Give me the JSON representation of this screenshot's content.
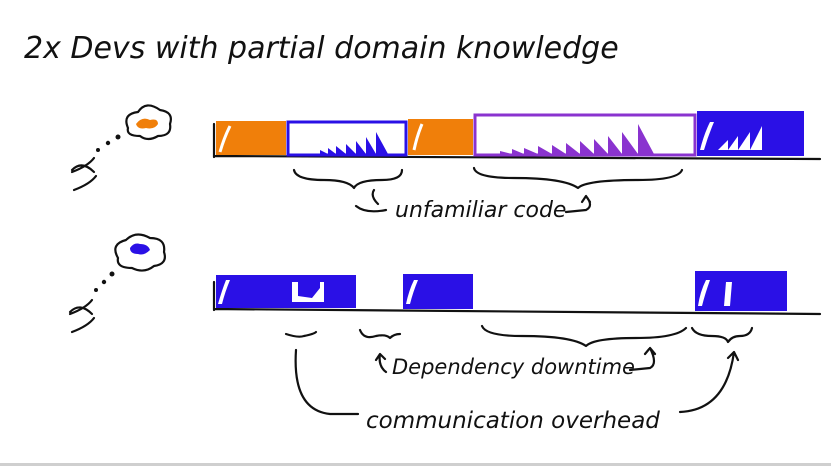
{
  "title": "2x Devs with partial domain knowledge",
  "labels": {
    "unfamiliar_code": "unfamiliar code",
    "dependency_downtime": "Dependency downtime",
    "communication_overhead": "communication overhead"
  },
  "colors": {
    "orange": "#f07f0a",
    "blue": "#2a10e6",
    "purple": "#8a33cf",
    "ink": "#111111"
  },
  "icons": {
    "dev1": "thinking-face-icon",
    "dev2": "thinking-face-icon"
  }
}
